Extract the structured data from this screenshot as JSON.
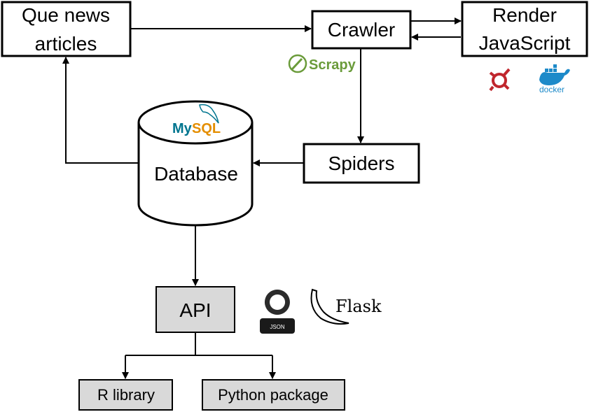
{
  "nodes": {
    "que_news_line1": "Que news",
    "que_news_line2": "articles",
    "crawler": "Crawler",
    "render_line1": "Render",
    "render_line2": "JavaScript",
    "spiders": "Spiders",
    "database": "Database",
    "api": "API",
    "r_library": "R library",
    "python_package": "Python package"
  },
  "logos": {
    "scrapy": "Scrapy",
    "docker": "docker",
    "mysql_my": "My",
    "mysql_sql": "SQL",
    "json": "JSON",
    "flask": "Flask"
  },
  "colors": {
    "box_fill_gray": "#d9d9d9",
    "scrapy_green": "#6a9b3a",
    "docker_blue": "#1d8ac9",
    "splash_red": "#c0262d",
    "mysql_blue": "#00758f",
    "mysql_orange": "#e48e00"
  }
}
